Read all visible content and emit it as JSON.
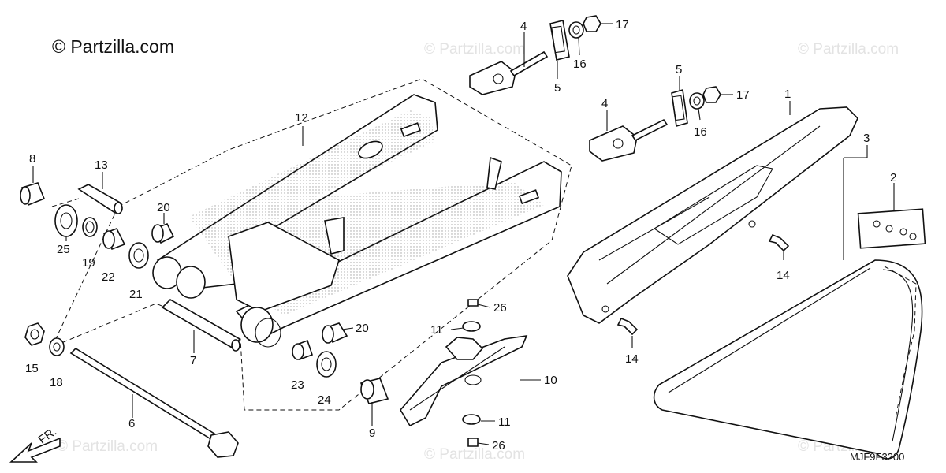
{
  "header": {
    "copyright": "© Partzilla.com"
  },
  "watermark": {
    "text": "© Partzilla.com"
  },
  "footer": {
    "reference_code": "MJF9F3200"
  },
  "direction_arrow": {
    "label": "FR."
  },
  "callouts": {
    "c1": "1",
    "c2": "2",
    "c3": "3",
    "c4a": "4",
    "c4b": "4",
    "c5a": "5",
    "c5b": "5",
    "c6": "6",
    "c7": "7",
    "c8": "8",
    "c9": "9",
    "c10": "10",
    "c11a": "11",
    "c11b": "11",
    "c12": "12",
    "c13": "13",
    "c14a": "14",
    "c14b": "14",
    "c15": "15",
    "c16a": "16",
    "c16b": "16",
    "c17a": "17",
    "c17b": "17",
    "c18": "18",
    "c19": "19",
    "c20a": "20",
    "c20b": "20",
    "c21": "21",
    "c22": "22",
    "c23": "23",
    "c24": "24",
    "c25": "25",
    "c26a": "26",
    "c26b": "26"
  }
}
